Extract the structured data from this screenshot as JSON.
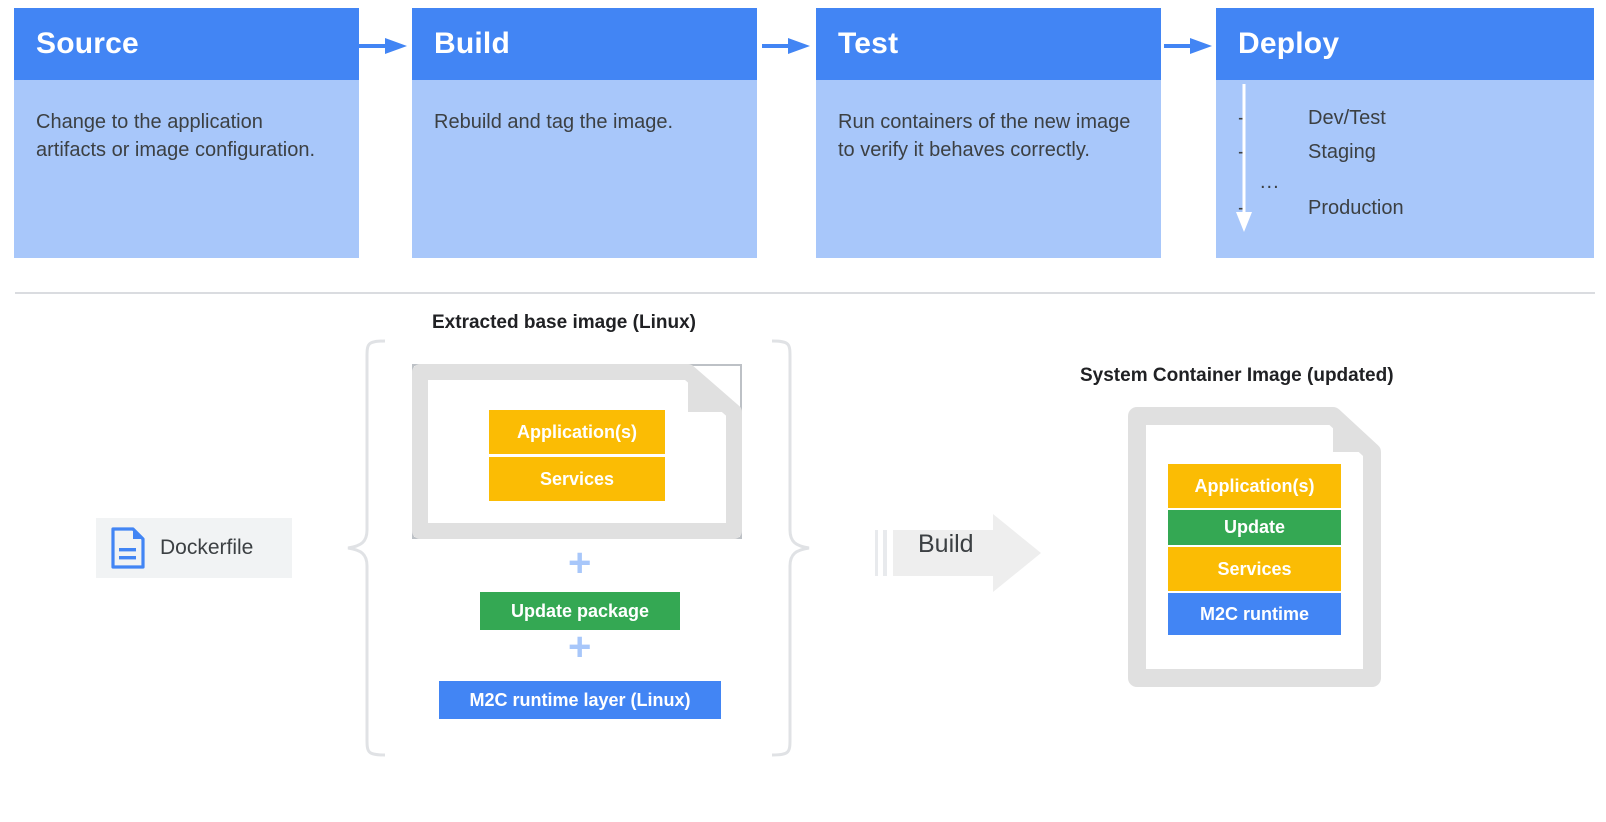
{
  "pipeline": {
    "stages": [
      {
        "title": "Source",
        "description": "Change to the application artifacts or image configuration."
      },
      {
        "title": "Build",
        "description": "Rebuild and tag the image."
      },
      {
        "title": "Test",
        "description": "Run containers of the new image to verify it behaves correctly."
      },
      {
        "title": "Deploy",
        "description": ""
      }
    ],
    "deploy_items": [
      "Dev/Test",
      "Staging",
      "Production"
    ],
    "deploy_dash": "-",
    "deploy_ellipsis": "...",
    "connector_icon": "arrow-right-icon",
    "deploy_flow_icon": "arrow-down-icon"
  },
  "diagram": {
    "extracted_label": "Extracted base image (Linux)",
    "system_label": "System Container Image (updated)",
    "dockerfile": {
      "label": "Dockerfile",
      "icon": "document-icon"
    },
    "base_layers": [
      {
        "label": "Application(s)",
        "color": "#FBBC04"
      },
      {
        "label": "Services",
        "color": "#FBBC04"
      }
    ],
    "added_layers": [
      {
        "label": "Update package",
        "color": "#34A853"
      },
      {
        "label": "M2C runtime layer (Linux)",
        "color": "#4285F4"
      }
    ],
    "plus_symbol": "+",
    "build_arrow": {
      "label": "Build",
      "icon": "arrow-right-icon"
    },
    "result_layers": [
      {
        "label": "Application(s)",
        "color": "#FBBC04"
      },
      {
        "label": "Update",
        "color": "#34A853"
      },
      {
        "label": "Services",
        "color": "#FBBC04"
      },
      {
        "label": "M2C runtime",
        "color": "#4285F4"
      }
    ],
    "brace_icon": "curly-brace-icon"
  },
  "colors": {
    "header_blue": "#4285F4",
    "body_blue": "#A8C7FA",
    "yellow": "#FBBC04",
    "green": "#34A853",
    "grey": "#E0E0E0",
    "divider": "#DADCE0"
  }
}
